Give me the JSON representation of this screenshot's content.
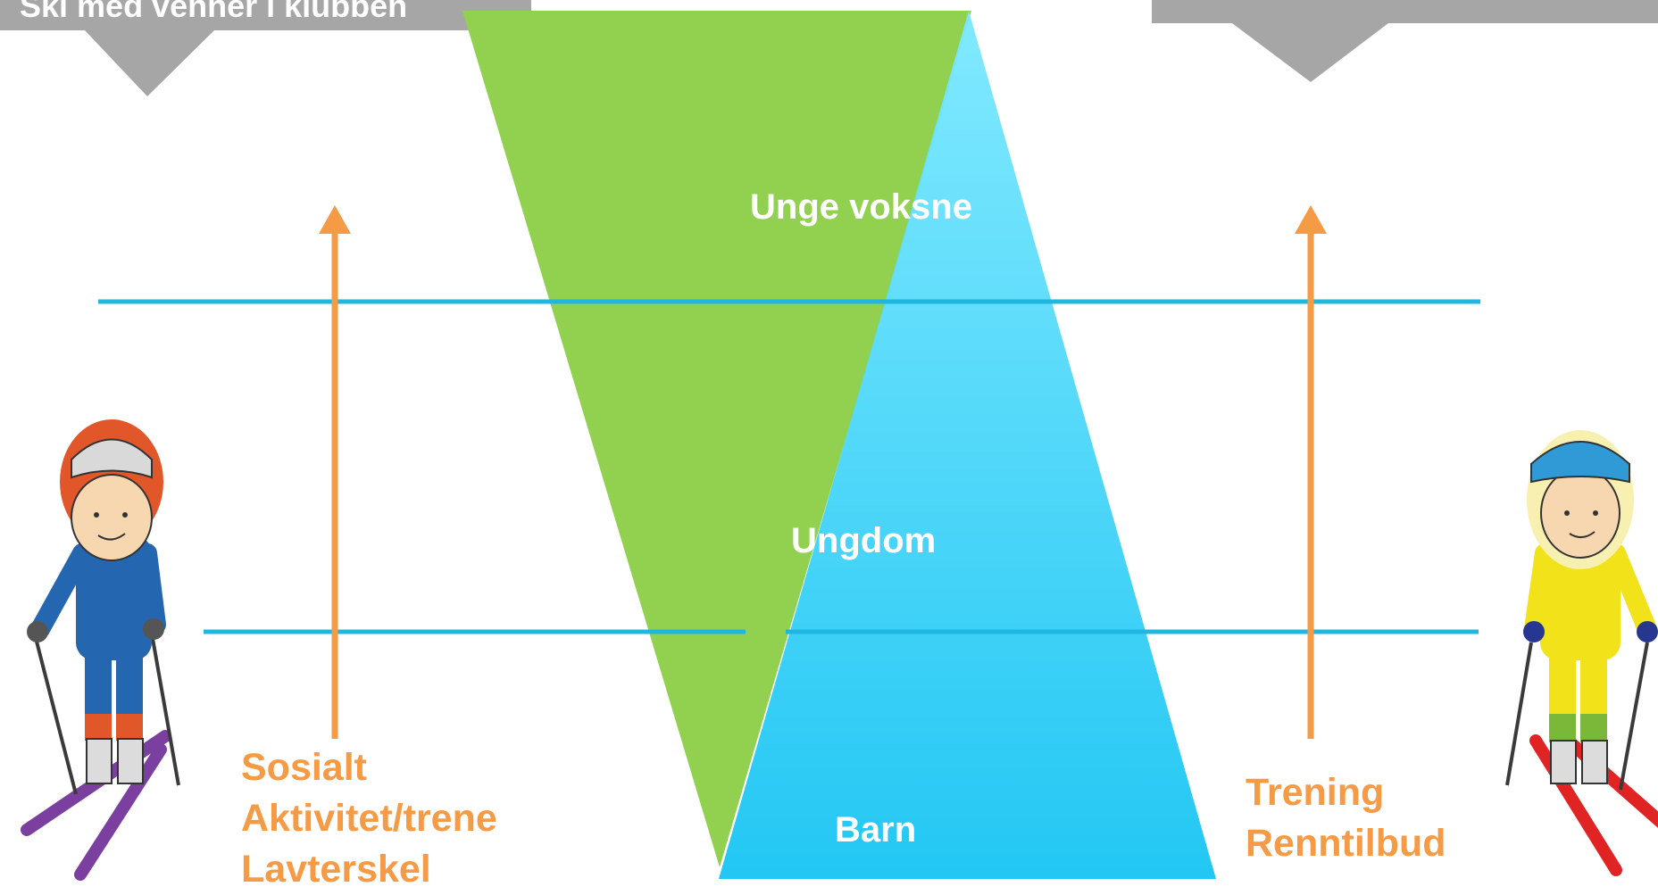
{
  "callouts": {
    "left": "Ski med venner i klubben",
    "right": ""
  },
  "levels": {
    "top": "Unge voksne",
    "middle": "Ungdom",
    "bottom": "Barn"
  },
  "left_text": {
    "line1": "Sosialt",
    "line2": "Aktivitet/trene",
    "line3": "Lavterskel"
  },
  "right_text": {
    "line1": "Trening",
    "line2": "Renntilbud"
  },
  "colors": {
    "green": "#92d050",
    "blue_light": "#6fe3ff",
    "blue_dark": "#1ec8f5",
    "line_blue": "#1fb6e0",
    "arrow_orange": "#f59a45",
    "callout_gray": "#a6a6a6"
  }
}
